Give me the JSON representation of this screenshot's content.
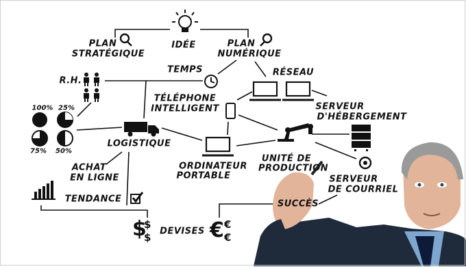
{
  "labels": {
    "idee": "IDÉE",
    "plan_strategique_1": "PLAN",
    "plan_strategique_2": "STRATÉGIQUE",
    "plan_numerique_1": "PLAN",
    "plan_numerique_2": "NUMÉRIQUE",
    "temps": "TEMPS",
    "rh": "R.H.",
    "reseau": "RÉSEAU",
    "telephone_1": "TÉLÉPHONE",
    "telephone_2": "INTELLIGENT",
    "serveur_hebergement_1": "SERVEUR",
    "serveur_hebergement_2": "D'HÉBERGEMENT",
    "logistique": "LOGISTIQUE",
    "achat_1": "ACHAT",
    "achat_2": "EN LIGNE",
    "ordinateur_1": "ORDINATEUR",
    "ordinateur_2": "PORTABLE",
    "unite_1": "UNITÉ DE",
    "unite_2": "PRODUCTION",
    "serveur_courriel_1": "SERVEUR",
    "serveur_courriel_2": "DE COURRIEL",
    "tendance": "TENDANCE",
    "succes": "SUCCÈS",
    "devises": "DEVISES"
  },
  "pie_percentages": [
    "100%",
    "25%",
    "75%",
    "50%"
  ],
  "icons": [
    "lightbulb-icon",
    "magnifier-icon",
    "clock-icon",
    "people-icon",
    "pie-chart-icon",
    "truck-icon",
    "laptop-icon",
    "smartphone-icon",
    "server-icon",
    "robot-arm-icon",
    "email-at-icon",
    "bar-chart-icon",
    "checkbox-icon",
    "dollar-icon",
    "euro-icon"
  ],
  "colors": {
    "ink": "#111111",
    "skin": "#e2b49a",
    "suit": "#1f2a3a",
    "shirt": "#7fa6cf",
    "hair": "#9a9a9a"
  }
}
